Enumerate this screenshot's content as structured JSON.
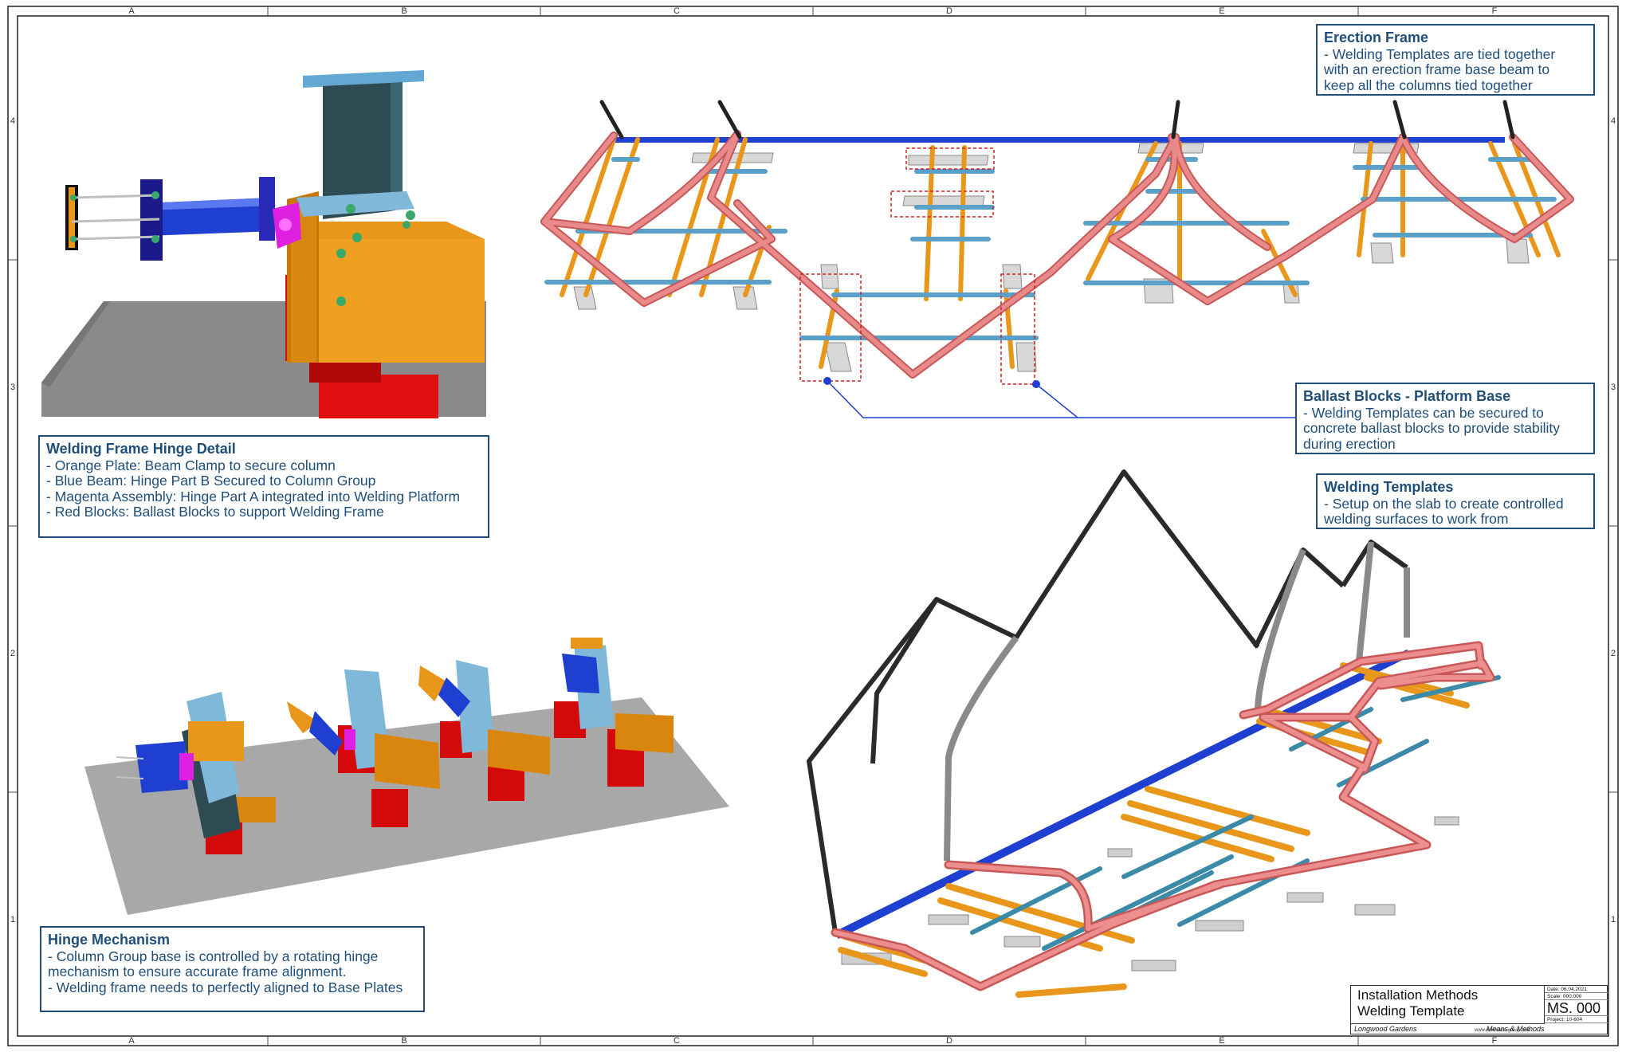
{
  "sheet": {
    "grid_columns": [
      "A",
      "B",
      "C",
      "D",
      "E",
      "F"
    ],
    "grid_rows": [
      "4",
      "3",
      "2",
      "1"
    ]
  },
  "annotations": {
    "erection_frame": {
      "heading": "Erection Frame",
      "lines": [
        "- Welding Templates are tied together",
        "with an erection frame base beam to",
        "keep all the columns tied together"
      ]
    },
    "ballast_blocks": {
      "heading": "Ballast Blocks - Platform Base",
      "lines": [
        "- Welding Templates can be secured to",
        "concrete ballast blocks to provide stability",
        "during erection"
      ]
    },
    "hinge_detail": {
      "heading": "Welding Frame Hinge Detail",
      "lines": [
        "- Orange Plate: Beam Clamp to secure column",
        "- Blue Beam: Hinge Part B Secured to Column Group",
        "- Magenta Assembly: Hinge Part A integrated into Welding Platform",
        "- Red Blocks: Ballast Blocks to support Welding Frame"
      ]
    },
    "welding_templates": {
      "heading": "Welding Templates",
      "lines": [
        "- Setup on the slab to create controlled",
        "welding surfaces to work from"
      ]
    },
    "hinge_mechanism": {
      "heading": "Hinge Mechanism",
      "lines": [
        "- Column Group base is controlled by a rotating hinge",
        "mechanism to ensure accurate frame alignment.",
        "- Welding frame needs to perfectly aligned to Base Plates"
      ]
    }
  },
  "title_block": {
    "line1": "Installation Methods",
    "line2": "Welding Template",
    "date_label": "Date:",
    "date_value": "06.04.2021",
    "scale_label": "Scale:",
    "scale_value": "000.000",
    "sheet_number": "MS. 000",
    "project_name": "Longwood Gardens",
    "category": "Means & Methods",
    "project_label": "Project: 10-604",
    "website": "www.roofmann-group.com"
  },
  "colors": {
    "annotation_border": "#1f4e79",
    "annotation_text": "#1f4e79",
    "orange_steel": "#e8971a",
    "blue_beam": "#1f3fd0",
    "light_blue": "#5aa0c8",
    "pink_frame": "#e07a7a",
    "magenta": "#e020e0",
    "ballast_red": "#e01010",
    "slab_grey": "#a8a8a8",
    "concrete_light": "#d8d8d8",
    "dark_steel": "#2e4a52"
  }
}
